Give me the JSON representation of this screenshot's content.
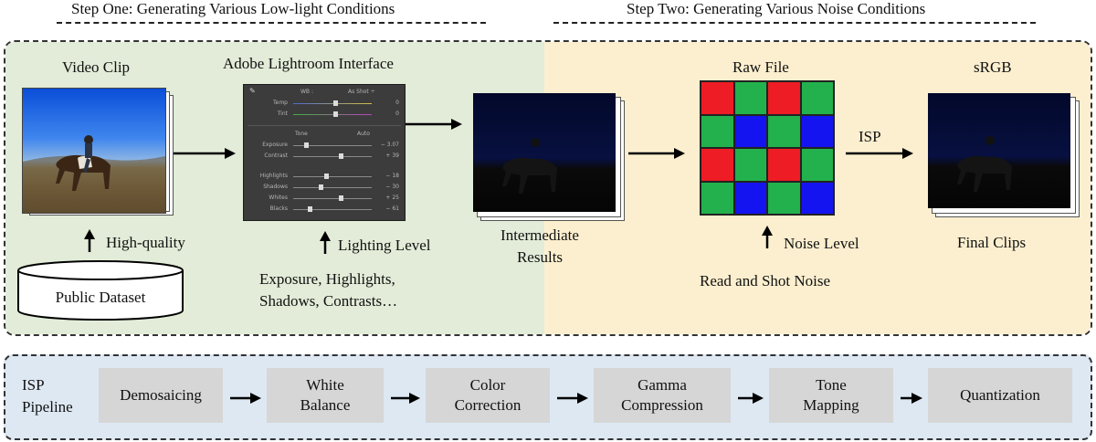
{
  "steps": {
    "one": "Step One: Generating Various Low-light Conditions",
    "two": "Step Two: Generating Various Noise Conditions"
  },
  "top": {
    "video_clip": "Video Clip",
    "lightroom": "Adobe Lightroom Interface",
    "raw_file": "Raw File",
    "srgb": "sRGB",
    "isp": "ISP",
    "high_quality": "High-quality",
    "lighting_level": "Lighting Level",
    "public_dataset": "Public Dataset",
    "lr_params_line1": "Exposure, Highlights,",
    "lr_params_line2": "Shadows, Contrasts…",
    "intermediate_line1": "Intermediate",
    "intermediate_line2": "Results",
    "noise_level": "Noise Level",
    "read_shot": "Read and Shot Noise",
    "final_clips": "Final Clips"
  },
  "lightroom_panel": {
    "wb": "WB :",
    "as_shot": "As Shot ÷",
    "tone": "Tone",
    "auto": "Auto",
    "rows": [
      {
        "label": "Temp",
        "value": "0",
        "pos": 0.55
      },
      {
        "label": "Tint",
        "value": "0",
        "pos": 0.55
      },
      {
        "label": "Exposure",
        "value": "− 3.07",
        "pos": 0.15
      },
      {
        "label": "Contrast",
        "value": "+ 39",
        "pos": 0.62
      },
      {
        "label": "Highlights",
        "value": "− 18",
        "pos": 0.42
      },
      {
        "label": "Shadows",
        "value": "− 30",
        "pos": 0.35
      },
      {
        "label": "Whites",
        "value": "+ 25",
        "pos": 0.62
      },
      {
        "label": "Blacks",
        "value": "− 61",
        "pos": 0.2
      }
    ]
  },
  "bayer_colors": {
    "red": "#ee1c24",
    "green": "#22b14c",
    "blue": "#1414f0"
  },
  "pipeline": {
    "label_line1": "ISP",
    "label_line2": "Pipeline",
    "stages": [
      {
        "line1": "Demosaicing",
        "line2": ""
      },
      {
        "line1": "White",
        "line2": "Balance"
      },
      {
        "line1": "Color",
        "line2": "Correction"
      },
      {
        "line1": "Gamma",
        "line2": "Compression"
      },
      {
        "line1": "Tone",
        "line2": "Mapping"
      },
      {
        "line1": "Quantization",
        "line2": ""
      }
    ]
  }
}
